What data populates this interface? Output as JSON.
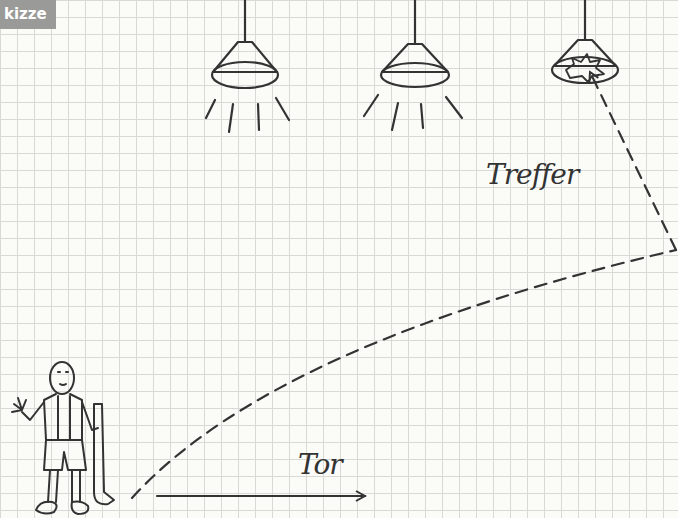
{
  "diagram": {
    "labels": [
      "kizze",
      "Treffer",
      "Tor"
    ]
  }
}
